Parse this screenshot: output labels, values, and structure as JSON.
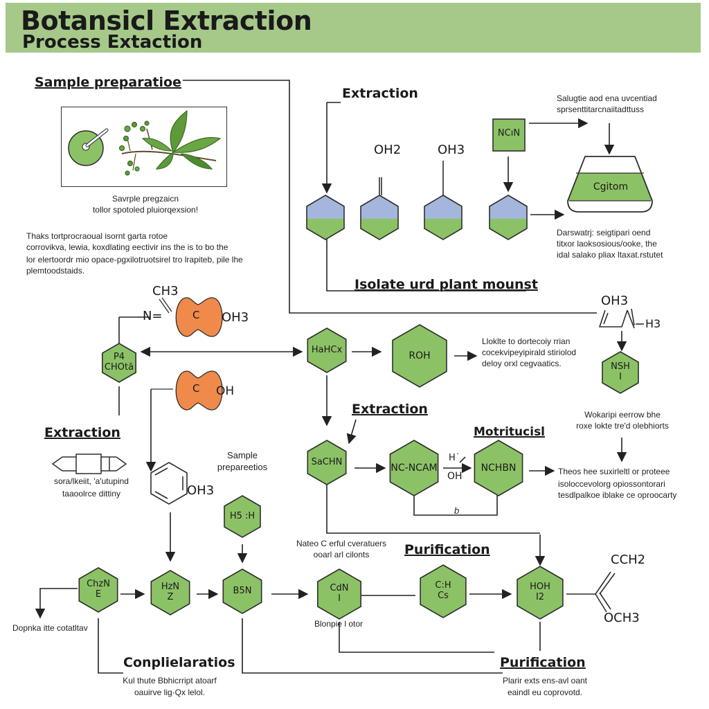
{
  "header": {
    "title": "Botansicl Extraction",
    "subtitle": "Process Extaction"
  },
  "headings": {
    "sample_preparation": "Sample preparatioe",
    "extraction_top": "Extraction",
    "isolate": "Isolate urd plant mounst",
    "extraction_mid": "Extraction",
    "extraction_left": "Extraction",
    "motritucisl": "Motritucisl",
    "purification_mid": "Purification",
    "purification_bottom": "Purification",
    "conplielaratios": "Conplielaratios"
  },
  "notes": {
    "sample_caption_1": "Savrple pregzaicn",
    "sample_caption_2": "tollor spotoled pluiorqexsion!",
    "para_1": "Thaks tortprocraoual isornt garta rotoe",
    "para_2": "corrovikva, lewia, koxdlating eectivir ins the is to bo the",
    "para_3": "lor elertoordr mio opace-pgxilotruotsirel tro lrapiteb, pile lhe",
    "para_4": "plemtoodstaids.",
    "top_right_1": "Salugtie aod ena uvcentiad",
    "top_right_2": "sprsenttitarcnaiitadttuss",
    "flask_note_1": "Darswatrj: seigtipari oend",
    "flask_note_2": "titxor laoksosious/ooke, the",
    "flask_note_3": "idal salako pliax ltaxat.rstutet",
    "mid_right_1": "Lloklte to dortecoiy rrian",
    "mid_right_2": "cocekvipeyipirald stiriolod",
    "mid_right_3": "deloy orxl cegvaatics.",
    "far_right_1": "Wokaripi eerrow bhe",
    "far_right_2": "roxe lokte tre'd olebhiorts",
    "right_3_1": "Theos hee suxirleltl or proteee",
    "right_3_2": "isoloccevolorg opiossontorari",
    "right_3_3": "tesdlpalkoe iblake ce oproocarty",
    "chromatography_1": "sora/lkeiit, 'a'utupind",
    "chromatography_2": "taaoolrce dittiny",
    "sample_prep_small_1": "Sample",
    "sample_prep_small_2": "prepareetios",
    "nateo_1": "Nateo C erful cveratuers",
    "nateo_2": "ooarl arl cilonts",
    "dopnka": "Dopnka itte cotatltav",
    "blonpie": "Blonpie l otor",
    "bottom_left_1": "Kul thute Bbhicrript atoarf",
    "bottom_left_2": "oauirve lig·Qx lelol.",
    "bottom_right_1": "Plarir exts ens-avl oant",
    "bottom_right_2": "eaindl eu coprovotd.",
    "b_mark": "b"
  },
  "formulas": {
    "oh2": "OH2",
    "oh3_top": "OH3",
    "ch3": "CH3",
    "n_eq": "N=",
    "c_label": "C",
    "oh3_orange": "OH3",
    "oh_orange": "OH",
    "oh3_ring": "OH3",
    "oh3_right": "OH3",
    "h3_right": "H3",
    "h_small": "H˙",
    "oh_small": "OH",
    "cch2": "CCH2",
    "och3": "OCH3"
  },
  "nodes": {
    "ncn_box": "NCıN",
    "flask": "Cgitom",
    "f4": [
      "P4",
      "CHOtă"
    ],
    "hahcx": [
      "HaHCx"
    ],
    "roh": [
      "ROH"
    ],
    "nsh": [
      "NSH",
      "I"
    ],
    "sachn": [
      "SaCHN"
    ],
    "nc_ncam": [
      "NC-NCAM"
    ],
    "nchbn": [
      "NCHBN"
    ],
    "hsh": [
      "H5 :H"
    ],
    "chzn": [
      "ChzN",
      "E"
    ],
    "hzn": [
      "HzN",
      "Z"
    ],
    "bsn": [
      "B5N"
    ],
    "cdn": [
      "CdN",
      "I"
    ],
    "chc": [
      "C:H",
      "Cs"
    ],
    "hoh": [
      "HOH",
      "I2"
    ]
  },
  "colors": {
    "banner": "#a6c98a",
    "node_fill": "#8cc266",
    "node_stroke": "#2d2d2d",
    "orange": "#f08a4b",
    "blue_fill": "#a4b6dc",
    "leaf": "#5e9a3a",
    "line": "#222222"
  },
  "icons": {
    "mortar": "mortar-pestle-icon",
    "plant": "plant-sprig-icon",
    "flask": "flask-icon",
    "column": "chromatography-column-icon"
  }
}
